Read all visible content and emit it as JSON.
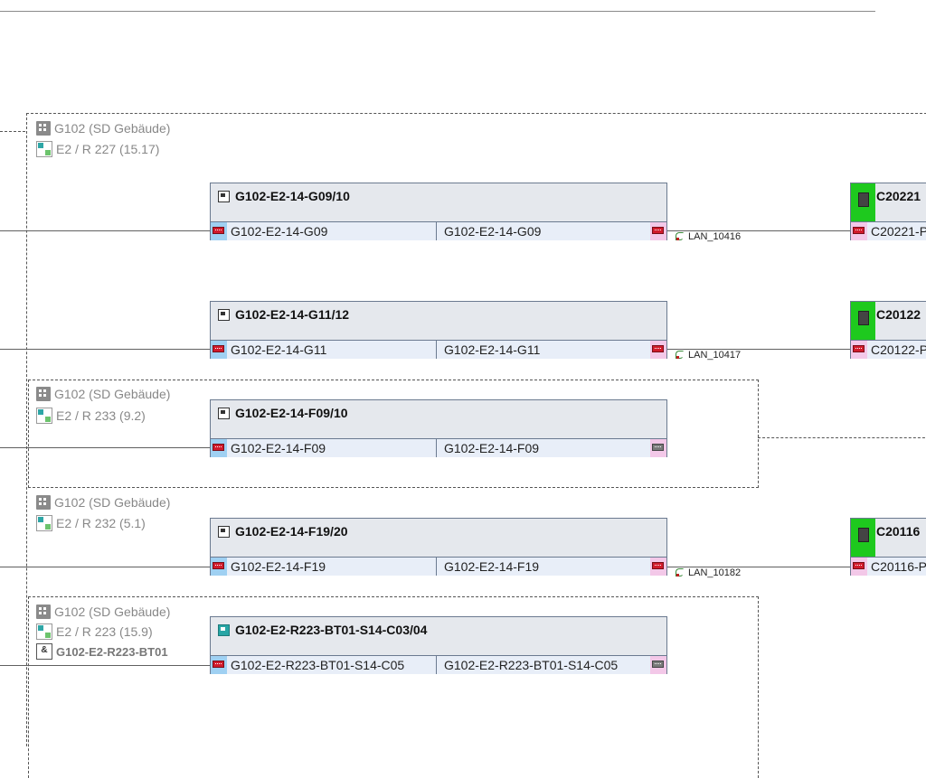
{
  "locations": [
    {
      "building": "G102 (SD Gebäude)",
      "room": "E2 / R 227 (15.17)"
    },
    {
      "building": "G102 (SD Gebäude)",
      "room": "E2 / R 233 (9.2)"
    },
    {
      "building": "G102 (SD Gebäude)",
      "room": "E2 / R 232 (5.1)"
    },
    {
      "building": "G102 (SD Gebäude)",
      "room": "E2 / R 223 (15.9)",
      "rack": "G102-E2-R223-BT01"
    }
  ],
  "panels": [
    {
      "title": "G102-E2-14-G09/10",
      "port_a": "G102-E2-14-G09",
      "port_b": "G102-E2-14-G09",
      "cable": "LAN_10416"
    },
    {
      "title": "G102-E2-14-G11/12",
      "port_a": "G102-E2-14-G11",
      "port_b": "G102-E2-14-G11",
      "cable": "LAN_10417"
    },
    {
      "title": "G102-E2-14-F09/10",
      "port_a": "G102-E2-14-F09",
      "port_b": "G102-E2-14-F09"
    },
    {
      "title": "G102-E2-14-F19/20",
      "port_a": "G102-E2-14-F19",
      "port_b": "G102-E2-14-F19",
      "cable": "LAN_10182"
    },
    {
      "title": "G102-E2-R223-BT01-S14-C03/04",
      "port_a": "G102-E2-R223-BT01-S14-C05",
      "port_b": "G102-E2-R223-BT01-S14-C05"
    }
  ],
  "devices": [
    {
      "title": "C20221",
      "port": "C20221-P"
    },
    {
      "title": "C20122",
      "port": "C20122-P"
    },
    {
      "title": "C20116",
      "port": "C20116-P"
    }
  ],
  "colors": {
    "device_status": "#1ec91e",
    "port_jack": "#d11b2c",
    "panel_bg": "#e5e8ed"
  }
}
